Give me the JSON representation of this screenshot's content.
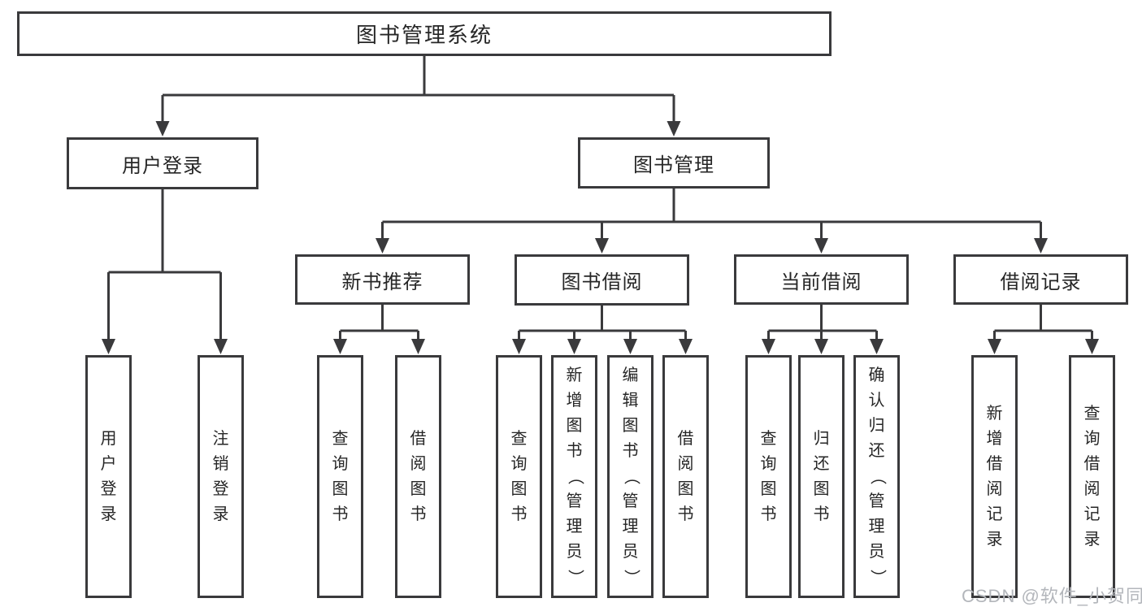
{
  "colors": {
    "line": "#3a3a3c",
    "text": "#262626",
    "watermark": "#b3b6bb",
    "background": "#ffffff"
  },
  "nodes": {
    "root": "图书管理系统",
    "user_login": "用户登录",
    "book_mgmt": "图书管理",
    "new_book_rec": "新书推荐",
    "book_borrow": "图书借阅",
    "current_borrow": "当前借阅",
    "borrow_records": "借阅记录",
    "leaf_user_login": "用户登录",
    "leaf_logout": "注销登录",
    "leaf_query_book_new": "查询图书",
    "leaf_borrow_book_new": "借阅图书",
    "leaf_query_book_borrow": "查询图书",
    "leaf_add_book": "新增图书（管理员）",
    "leaf_edit_book": "编辑图书（管理员）",
    "leaf_borrow_book_borrow": "借阅图书",
    "leaf_query_book_current": "查询图书",
    "leaf_return_book": "归还图书",
    "leaf_confirm_return": "确认归还（管理员）",
    "leaf_add_record": "新增借阅记录",
    "leaf_query_record": "查询借阅记录"
  },
  "watermark": {
    "text": "CSDN @软件_小贺同学"
  }
}
